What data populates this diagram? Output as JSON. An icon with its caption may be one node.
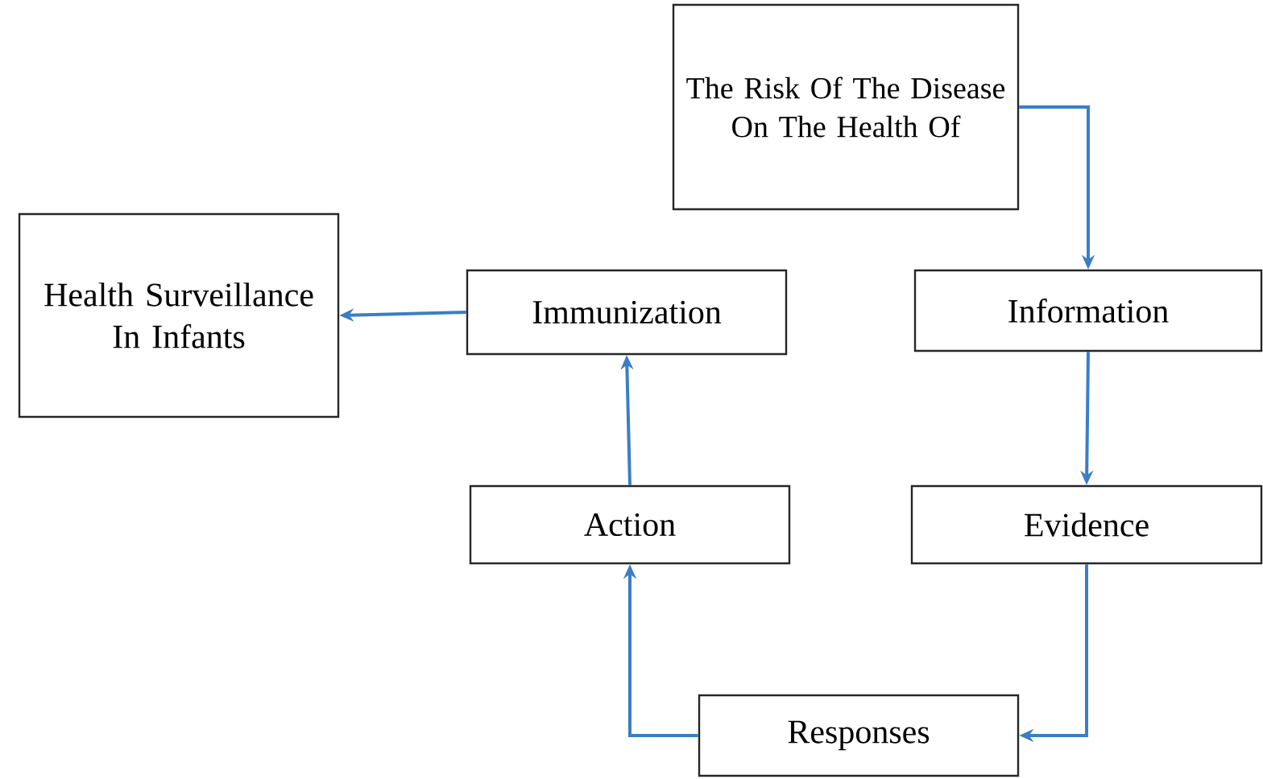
{
  "diagram": {
    "nodes": [
      {
        "text": [
          "The Risk Of The Disease On The Health Of"
        ]
      },
      {
        "text": [
          "Health Surveillance In Infants"
        ]
      },
      {
        "text": [
          "Immunization"
        ]
      },
      {
        "text": [
          "Information"
        ]
      },
      {
        "text": [
          "Action"
        ]
      },
      {
        "text": [
          "Evidence"
        ]
      },
      {
        "text": [
          "Responses"
        ]
      }
    ],
    "edges": [
      {
        "from": 0,
        "to": 3,
        "arrow": "to"
      },
      {
        "from": 2,
        "to": 1,
        "arrow": "to"
      },
      {
        "from": 3,
        "to": 5,
        "arrow": "to"
      },
      {
        "from": 4,
        "to": 2,
        "arrow": "to"
      },
      {
        "from": 5,
        "to": 6,
        "arrow": "to"
      },
      {
        "from": 6,
        "to": 4,
        "arrow": "to"
      }
    ]
  }
}
